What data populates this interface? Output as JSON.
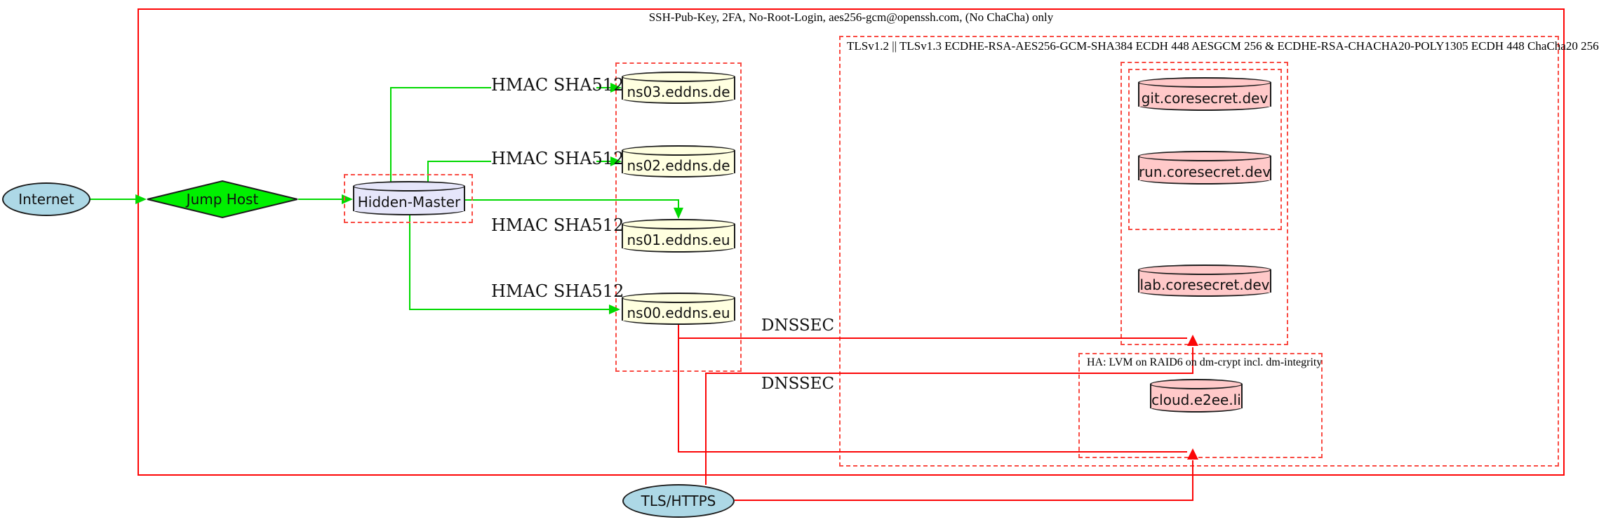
{
  "clusters": {
    "ssh": {
      "label": "SSH-Pub-Key, 2FA, No-Root-Login, aes256-gcm@openssh.com, (No ChaCha) only"
    },
    "tls": {
      "label": "TLSv1.2 || TLSv1.3 ECDHE-RSA-AES256-GCM-SHA384 ECDH 448 AESGCM 256 & ECDHE-RSA-CHACHA20-POLY1305 ECDH 448 ChaCha20 256"
    },
    "ha": {
      "label": "HA: LVM on RAID6 on dm-crypt incl. dm-integrity"
    }
  },
  "nodes": {
    "internet": "Internet",
    "jump_host": "Jump Host",
    "hidden_master": "Hidden-Master",
    "ns03": "ns03.eddns.de",
    "ns02": "ns02.eddns.de",
    "ns01": "ns01.eddns.eu",
    "ns00": "ns00.eddns.eu",
    "git": "git.coresecret.dev",
    "run": "run.coresecret.dev",
    "lab": "lab.coresecret.dev",
    "cloud": "cloud.e2ee.li",
    "tls_https": "TLS/HTTPS"
  },
  "edges": {
    "hmac": [
      "HMAC SHA512",
      "HMAC SHA512",
      "HMAC SHA512",
      "HMAC SHA512"
    ],
    "dnssec": [
      "DNSSEC",
      "DNSSEC"
    ]
  },
  "colors": {
    "edge_green": "#00d900",
    "edge_red": "#fb0607",
    "cluster_border_red": "#f94b43",
    "node_lightblue": "#add8e6",
    "node_green": "#00f000",
    "node_lavender": "#e6e6fa",
    "node_lightyellow": "#ffffe0",
    "node_pink": "#ffc9c9"
  }
}
